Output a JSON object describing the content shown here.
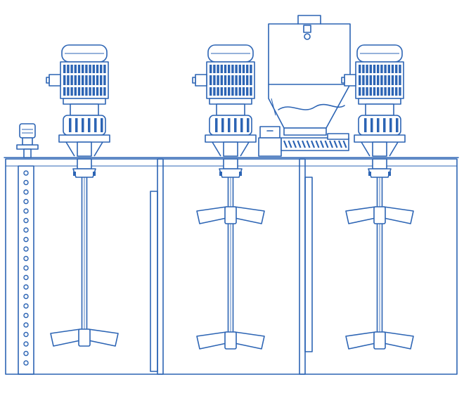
{
  "diagram": {
    "line_color": "#2c64b4",
    "fill_color": "#ffffff",
    "tanks": 3,
    "mixers": 3,
    "components": [
      "motor",
      "gearbox",
      "agitator-shaft",
      "impeller-blade",
      "powder-hopper",
      "screw-feeder",
      "level-sensor",
      "baffle",
      "tank-compartment"
    ]
  }
}
